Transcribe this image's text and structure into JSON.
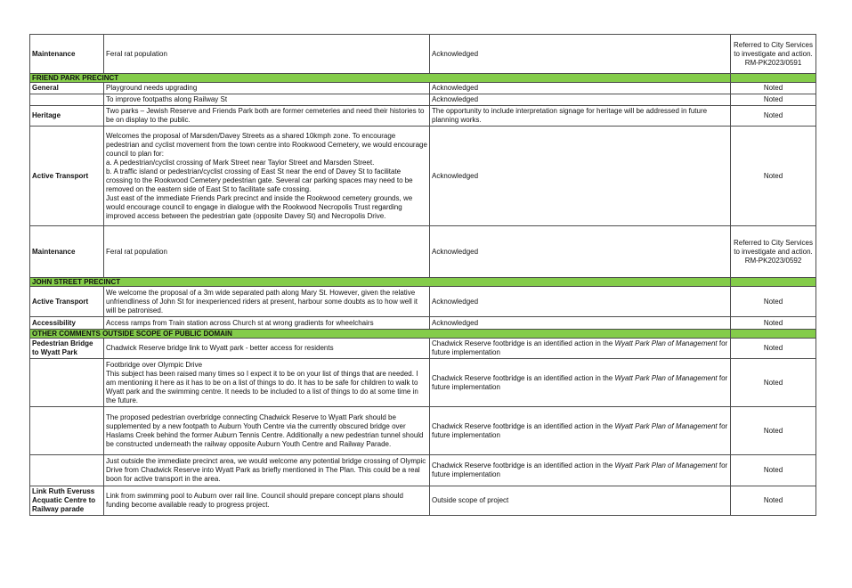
{
  "rows": [
    {
      "kind": "row",
      "cat": "Maintenance",
      "issue": "Feral rat population",
      "resp": "Acknowledged",
      "status": "Referred to City Services to investigate and action. RM-PK2023/0591",
      "h": 44
    },
    {
      "kind": "section",
      "title": "FRIEND PARK PRECINCT"
    },
    {
      "kind": "row",
      "cat": "General",
      "issue": "Playground needs upgrading",
      "resp": "Acknowledged",
      "status": "Noted",
      "h": 13
    },
    {
      "kind": "row",
      "cat": "",
      "issue": "To improve footpaths along Railway St",
      "resp": "Acknowledged",
      "status": "Noted",
      "h": 13
    },
    {
      "kind": "row",
      "cat": "Heritage",
      "issue": "Two parks – Jewish Reserve and Friends Park both are former cemeteries and need their histories to be on display to the public.",
      "resp": "The opportunity to include interpretation signage for heritage  will be addressed in future planning works.",
      "status": "Noted",
      "h": 23
    },
    {
      "kind": "row",
      "cat": "Active Transport",
      "issue_lines": [
        " Welcomes the proposal of Marsden/Davey Streets as a shared 10kmph zone. To encourage pedestrian and cyclist movement from the town centre into Rookwood Cemetery, we would encourage council to plan for:",
        "a. A pedestrian/cyclist crossing of Mark Street near Taylor Street and Marsden Street.",
        "b. A traffic island or pedestrian/cyclist crossing of East St near the end of Davey St to facilitate crossing to the Rookwood Cemetery pedestrian gate. Several car parking spaces may need to be removed on the eastern side of East St to facilitate safe crossing.",
        "Just east of the immediate Friends Park precinct and inside the Rookwood cemetery grounds, we would encourage council to engage in dialogue with the Rookwood Necropolis Trust regarding improved access between the pedestrian gate (opposite Davey St) and Necropolis Drive."
      ],
      "resp": "Acknowledged",
      "status": "Noted",
      "h": 112
    },
    {
      "kind": "row",
      "cat": "Maintenance",
      "issue": "Feral rat population",
      "resp": "Acknowledged",
      "status": "Referred to City Services to investigate and action. RM-PK2023/0592",
      "h": 58
    },
    {
      "kind": "section",
      "title": "JOHN STREET PRECINCT"
    },
    {
      "kind": "row",
      "cat": "Active Transport",
      "issue": "We welcome the proposal of a 3m wide separated path along Mary St. However, given the relative unfriendliness of John St for inexperienced riders at present, harbour some doubts as to how well it will be patronised.",
      "resp": "Acknowledged",
      "status": "Noted",
      "h": 34
    },
    {
      "kind": "row",
      "cat": "Accessibility",
      "issue": "Access ramps from Train station across Church st at wrong gradients for wheelchairs",
      "resp": "Acknowledged",
      "status": "Noted",
      "h": 14
    },
    {
      "kind": "section",
      "title": "OTHER COMMENTS OUTSIDE SCOPE OF PUBLIC DOMAIN"
    },
    {
      "kind": "row",
      "cat": "Pedestrian Bridge to Wyatt Park",
      "issue": "Chadwick Reserve bridge link to Wyatt park - better access for residents",
      "resp_parts": [
        "Chadwick Reserve footbridge is an identified action in the ",
        "Wyatt Park Plan of Management",
        " for future implementation"
      ],
      "status": "Noted",
      "h": 23
    },
    {
      "kind": "row",
      "cat": "",
      "issue_lines": [
        "Footbridge over Olympic Drive",
        "This subject has been raised many times so I expect it to be on your list of things that are needed.  I am mentioning it here as it has to be on a list of things to do.  It has to be safe for children to walk to Wyatt park and the swimming centre.  It needs to be included to a list of things to do at some time in the future."
      ],
      "resp_parts": [
        "Chadwick Reserve footbridge is an identified action in the ",
        "Wyatt Park Plan of Management",
        " for future implementation"
      ],
      "status": "Noted",
      "h": 54
    },
    {
      "kind": "row",
      "cat": "",
      "issue": "The proposed pedestrian overbridge connecting Chadwick Reserve to Wyatt Park should be supplemented by a new footpath to Auburn Youth Centre via the currently obscured bridge over Haslams Creek behind the former Auburn Tennis Centre. Additionally a new pedestrian tunnel should be constructed underneath the railway opposite Auburn Youth Centre and Railway Parade.",
      "resp_parts": [
        "Chadwick Reserve footbridge is an identified action in the ",
        "Wyatt Park Plan of Management",
        " for future implementation"
      ],
      "status": "Noted",
      "h": 54
    },
    {
      "kind": "row",
      "cat": "",
      "issue": "Just outside the immediate precinct area, we would welcome any potential bridge crossing of Olympic Drive from Chadwick Reserve into Wyatt Park as briefly mentioned in The Plan. This could be a real boon for active transport in the area.",
      "resp_parts": [
        "Chadwick Reserve footbridge is an identified action in the ",
        "Wyatt Park Plan of Management",
        " for future implementation"
      ],
      "status": "Noted",
      "h": 35
    },
    {
      "kind": "row",
      "cat": "Link Ruth Everuss Acquatic Centre to Railway parade",
      "issue": "Link from swimming pool to Auburn over rail line.  Council should prepare concept plans should funding become available ready to progress project.",
      "resp": "Outside scope of project",
      "status": "Noted",
      "h": 33
    }
  ]
}
